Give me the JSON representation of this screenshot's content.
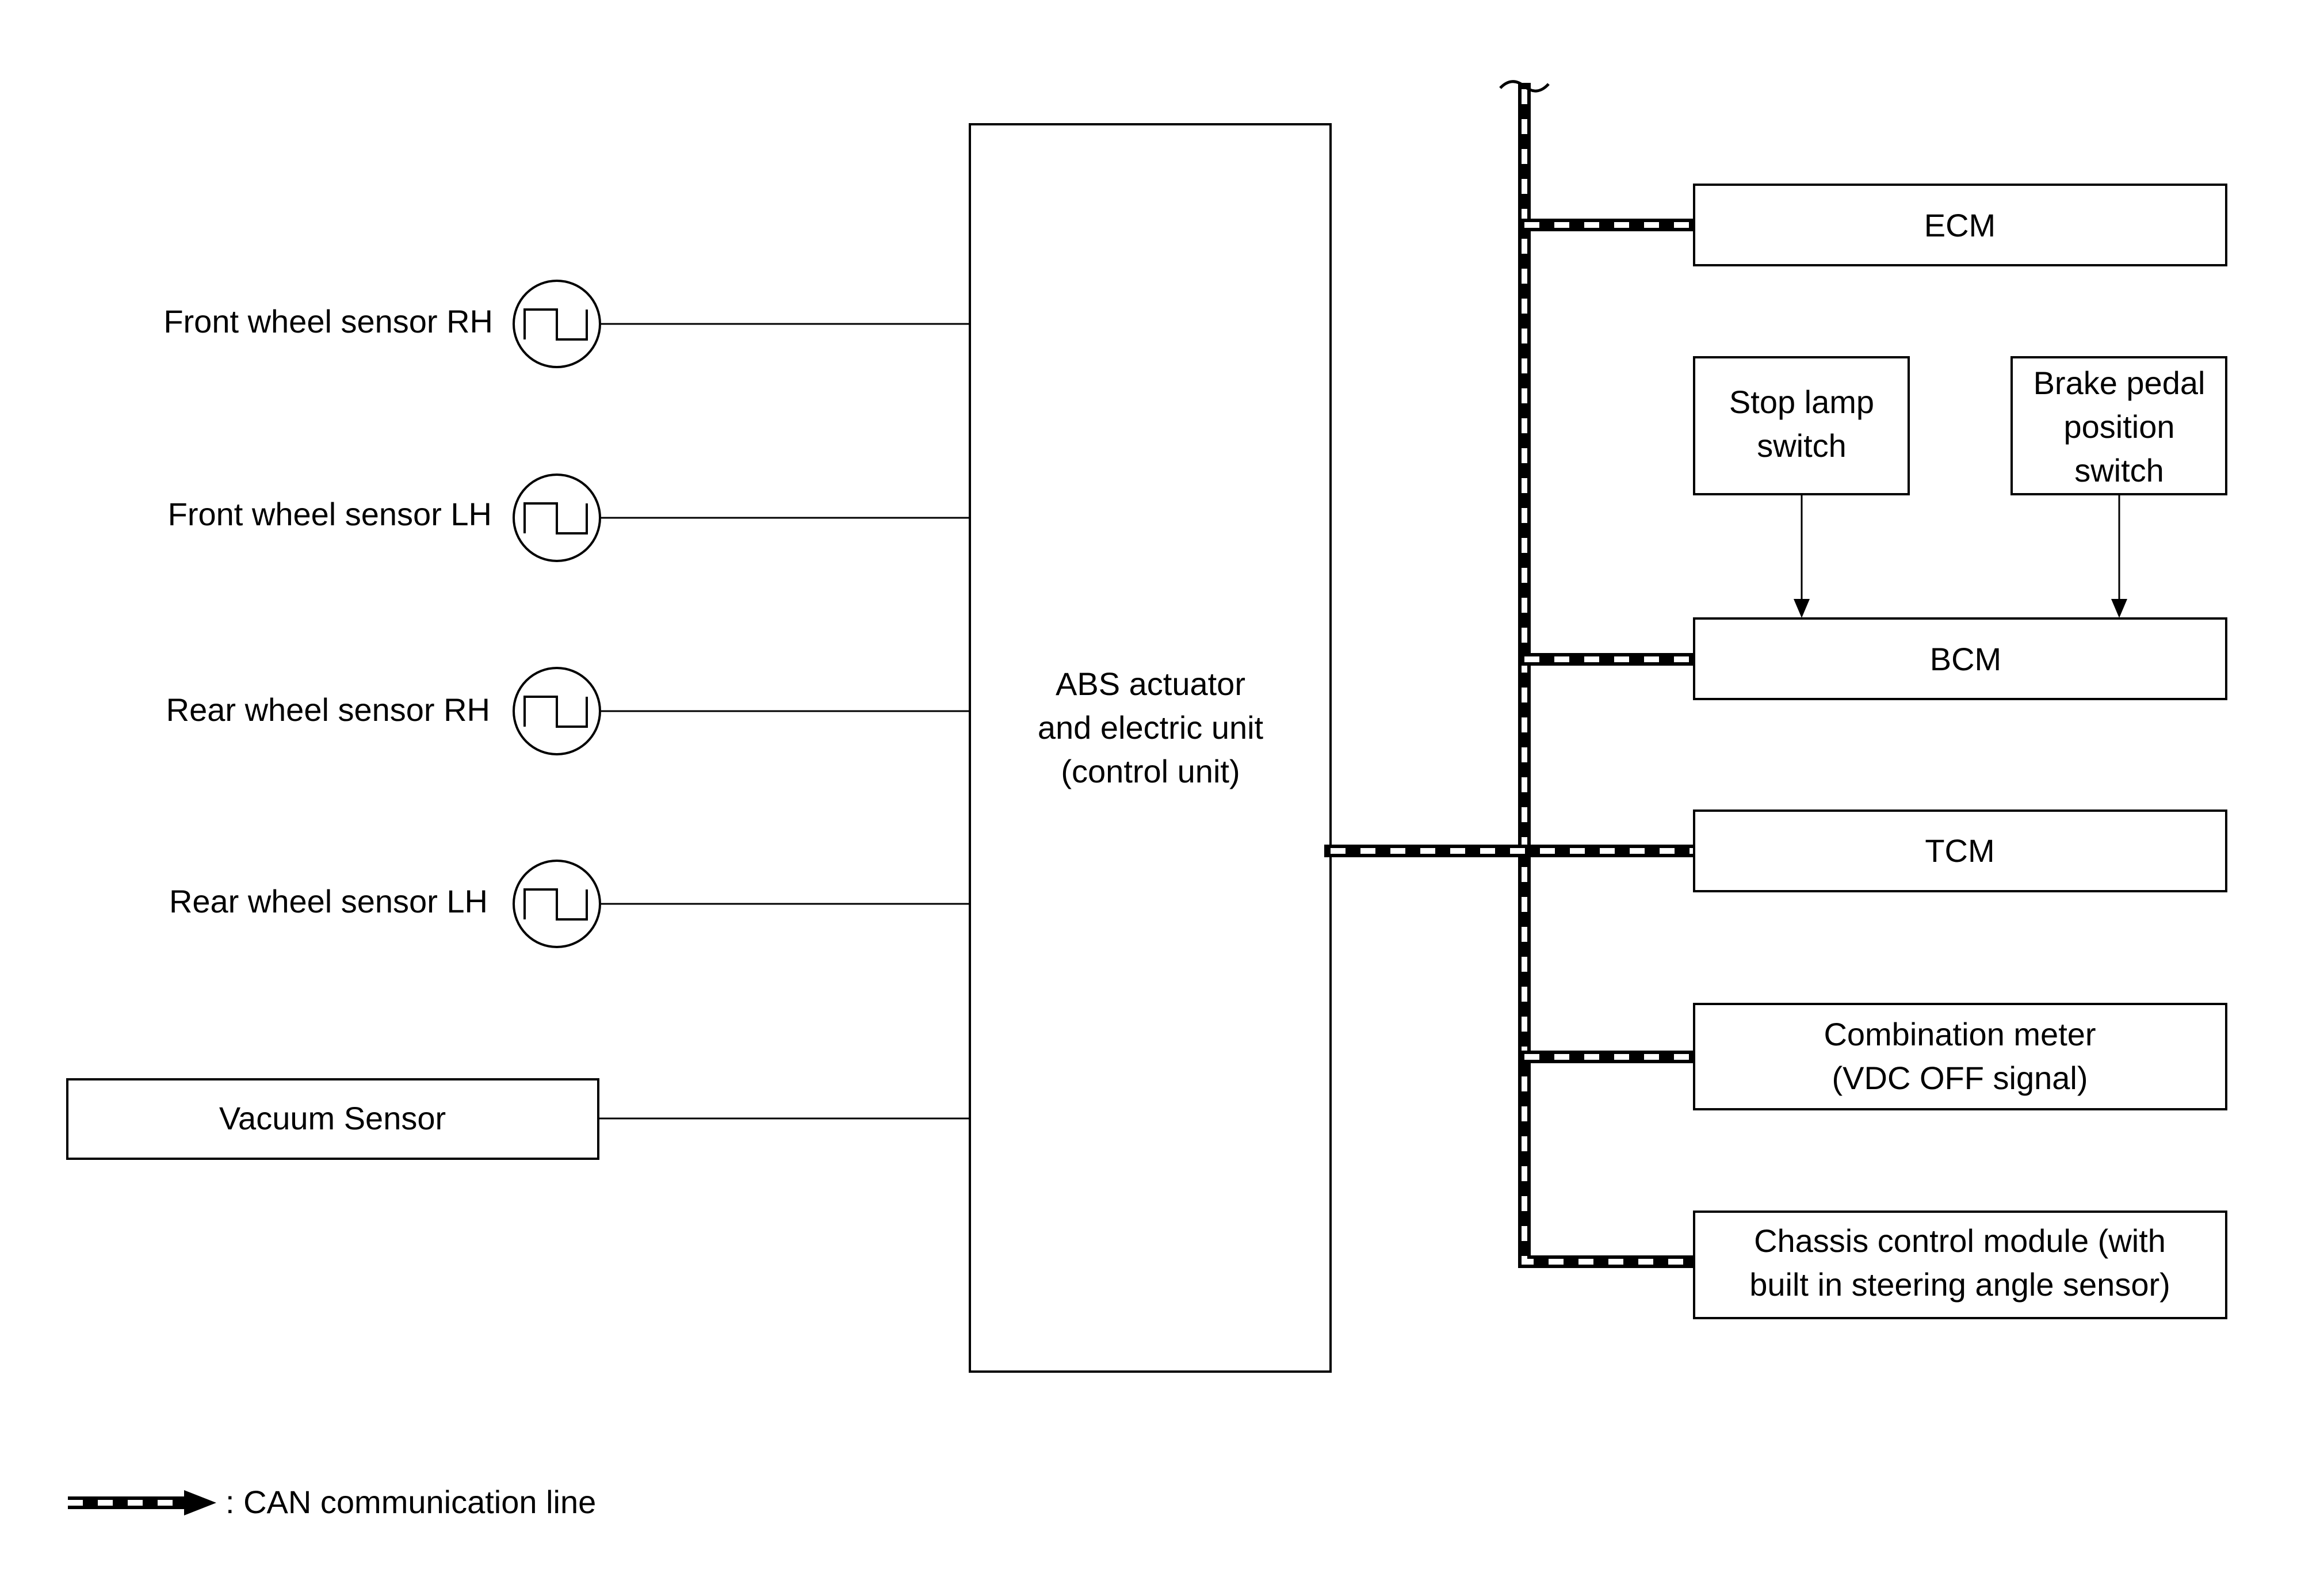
{
  "sensors": [
    {
      "label": "Front wheel sensor RH"
    },
    {
      "label": "Front wheel sensor LH"
    },
    {
      "label": "Rear wheel sensor RH"
    },
    {
      "label": "Rear wheel sensor LH"
    }
  ],
  "vacuum_sensor": {
    "label": "Vacuum Sensor"
  },
  "abs_unit": {
    "lines": [
      "ABS actuator",
      "and electric unit",
      "(control unit)"
    ]
  },
  "ecm": {
    "label": "ECM"
  },
  "stop_lamp": {
    "lines": [
      "Stop lamp",
      "switch"
    ]
  },
  "brake_pedal": {
    "lines": [
      "Brake pedal",
      "position",
      "switch"
    ]
  },
  "bcm": {
    "label": "BCM"
  },
  "tcm": {
    "label": "TCM"
  },
  "combination_meter": {
    "lines": [
      "Combination meter",
      "(VDC OFF signal)"
    ]
  },
  "chassis_control": {
    "lines": [
      "Chassis control module (with",
      "built in steering angle sensor)"
    ]
  },
  "legend": {
    "label": ": CAN communication line"
  }
}
